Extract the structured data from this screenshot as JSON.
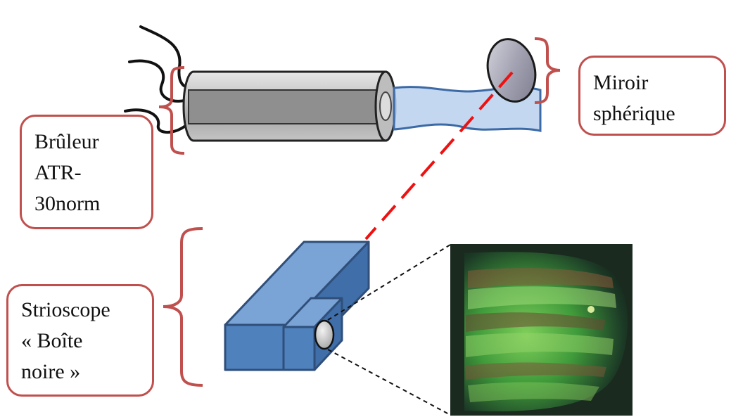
{
  "labels": {
    "burner": [
      "Brûleur",
      "ATR-",
      "30norm"
    ],
    "mirror": [
      "Miroir",
      "sphérique"
    ],
    "strioscope": [
      "Strioscope",
      "« Boîte",
      "noire »"
    ]
  },
  "colors": {
    "callout_border": "#c0504d",
    "laser_beam": "#ee1111",
    "burner_body": "#b3b3b3",
    "flame_tube": "#b9d0ee",
    "strioscope_box": "#4f81bd",
    "mirror": "#a9a9b8"
  },
  "icons": {
    "burner": "cylindrical-burner",
    "mirror": "spherical-mirror",
    "strioscope": "black-box-camera",
    "image": "schlieren-flame-image"
  }
}
